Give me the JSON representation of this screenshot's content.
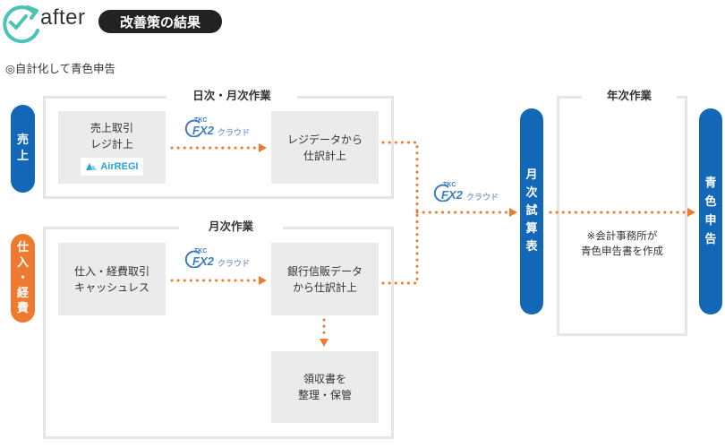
{
  "header": {
    "after_label": "after",
    "title": "改善策の結果"
  },
  "subtitle": "◎自計化して青色申告",
  "sections": {
    "daily_monthly": {
      "label": "日次・月次作業",
      "side_label_chars": [
        "売",
        "上"
      ],
      "source_box_lines": [
        "売上取引",
        "レジ計上"
      ],
      "airregi_label": "AirREGI",
      "target_box_lines": [
        "レジデータから",
        "仕訳計上"
      ]
    },
    "monthly": {
      "label": "月次作業",
      "side_label_chars": [
        "仕",
        "入",
        "・",
        "経",
        "費"
      ],
      "source_box_lines": [
        "仕入・経費取引",
        "キャッシュレス"
      ],
      "target_box_lines": [
        "銀行信販データ",
        "から仕訳計上"
      ],
      "storage_box_lines": [
        "領収書を",
        "整理・保管"
      ]
    },
    "yearly": {
      "label": "年次作業",
      "note_lines": [
        "※会計事務所が",
        "青色申告書を作成"
      ]
    }
  },
  "trial_balance_chars": [
    "月",
    "次",
    "試",
    "算",
    "表"
  ],
  "final_chars": [
    "青",
    "色",
    "申",
    "告"
  ],
  "tkc_logo": {
    "top_text": "TKC",
    "main_text": "FX2",
    "suffix_text": "クラウド"
  },
  "colors": {
    "blue": "#1268b7",
    "orange": "#ee7a30",
    "teal": "#4cc3b5",
    "panel_border": "#e6e6e6",
    "box_fill": "#ebebeb",
    "dark_pill": "#222222"
  }
}
